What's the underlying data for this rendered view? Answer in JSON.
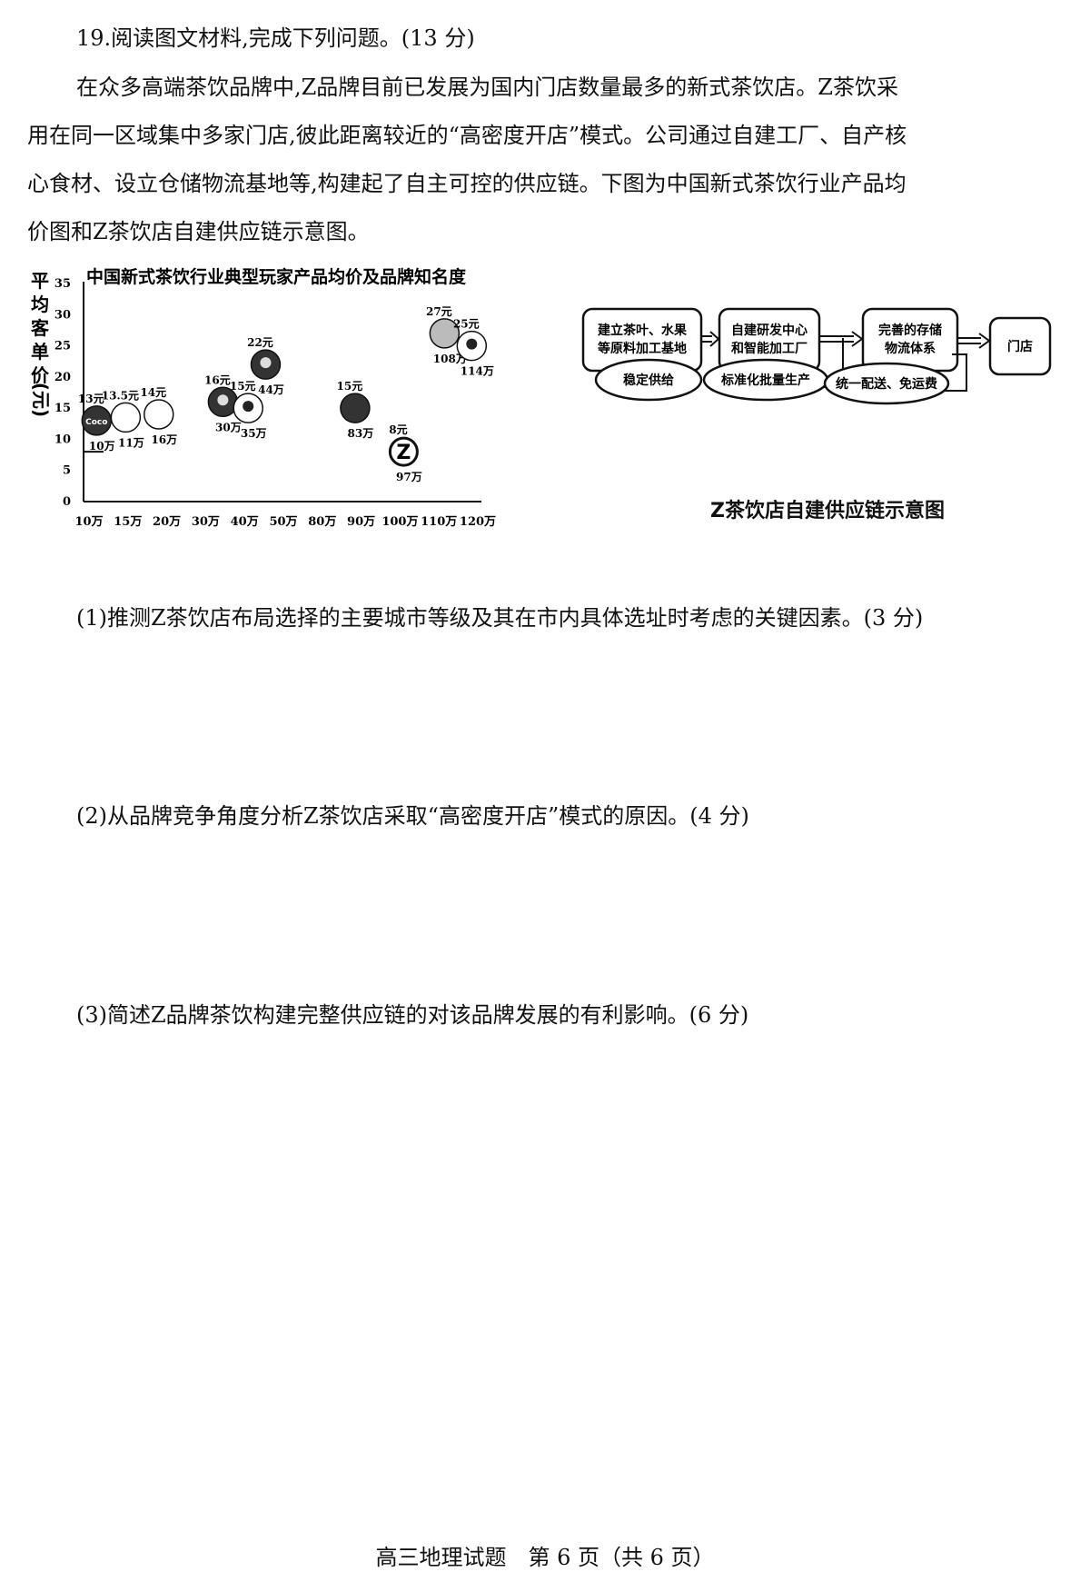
{
  "question": {
    "title": "19.阅读图文材料,完成下列问题。(13 分)",
    "material_lines": [
      "在众多高端茶饮品牌中,Z品牌目前已发展为国内门店数量最多的新式茶饮店。Z茶饮采",
      "用在同一区域集中多家门店,彼此距离较近的“高密度开店”模式。公司通过自建工厂、自产核",
      "心食材、设立仓储物流基地等,构建起了自主可控的供应链。下图为中国新式茶饮行业产品均",
      "价图和Z茶饮店自建供应链示意图。"
    ],
    "sub_questions": [
      "(1)推测Z茶饮店布局选择的主要城市等级及其在市内具体选址时考虑的关键因素。(3 分)",
      "(2)从品牌竞争角度分析Z茶饮店采取“高密度开店”模式的原因。(4 分)",
      "(3)简述Z品牌茶饮构建完整供应链的对该品牌发展的有利影响。(6 分)"
    ]
  },
  "chart_data": {
    "type": "scatter",
    "title": "中国新式茶饮行业典型玩家产品均价及品牌知名度",
    "ylabel_chars": [
      "平",
      "均",
      "客",
      "单",
      "价",
      "(元)"
    ],
    "xlabel": "",
    "x_ticks": [
      "10万",
      "15万",
      "20万",
      "30万",
      "40万",
      "50万",
      "80万",
      "90万",
      "100万",
      "110万",
      "120万"
    ],
    "y_ticks": [
      0,
      5,
      10,
      15,
      20,
      25,
      30,
      35
    ],
    "ylim": [
      0,
      35
    ],
    "grid": false,
    "points": [
      {
        "price": 13,
        "price_label": "13元",
        "fans": "10万",
        "x_index": 0.1,
        "logo": "Coco"
      },
      {
        "price": 13.5,
        "price_label": "13.5元",
        "fans": "11万",
        "x_index": 0.85,
        "logo": "cup"
      },
      {
        "price": 14,
        "price_label": "14元",
        "fans": "16万",
        "x_index": 1.7,
        "logo": "brand"
      },
      {
        "price": 16,
        "price_label": "16元",
        "fans": "30万",
        "x_index": 3.35,
        "logo": "face"
      },
      {
        "price": 15,
        "price_label": "15元",
        "fans": "35万",
        "x_index": 4.0,
        "logo": "girl"
      },
      {
        "price": 22,
        "price_label": "22元",
        "fans": "44万",
        "x_index": 4.45,
        "logo": "face"
      },
      {
        "price": 15,
        "price_label": "15元",
        "fans": "83万",
        "x_index": 6.75,
        "logo": "dark"
      },
      {
        "price": 8,
        "price_label": "8元",
        "fans": "97万",
        "x_index": 8.0,
        "logo": "Z"
      },
      {
        "price": 27,
        "price_label": "27元",
        "fans": "108万",
        "x_index": 9.05,
        "logo": "tea"
      },
      {
        "price": 25,
        "price_label": "25元",
        "fans": "114万",
        "x_index": 9.75,
        "logo": "girl"
      }
    ]
  },
  "diagram": {
    "title": "Z茶饮店自建供应链示意图",
    "boxes": [
      {
        "line1": "建立茶叶、水果",
        "line2": "等原料加工基地"
      },
      {
        "line1": "自建研发中心",
        "line2": "和智能加工厂"
      },
      {
        "line1": "完善的存储",
        "line2": "物流体系"
      },
      {
        "line1": "门店",
        "line2": ""
      }
    ],
    "ellipses": [
      "稳定供给",
      "标准化批量生产",
      "统一配送、免运费"
    ]
  },
  "footer": "高三地理试题　第 6 页（共 6 页）"
}
